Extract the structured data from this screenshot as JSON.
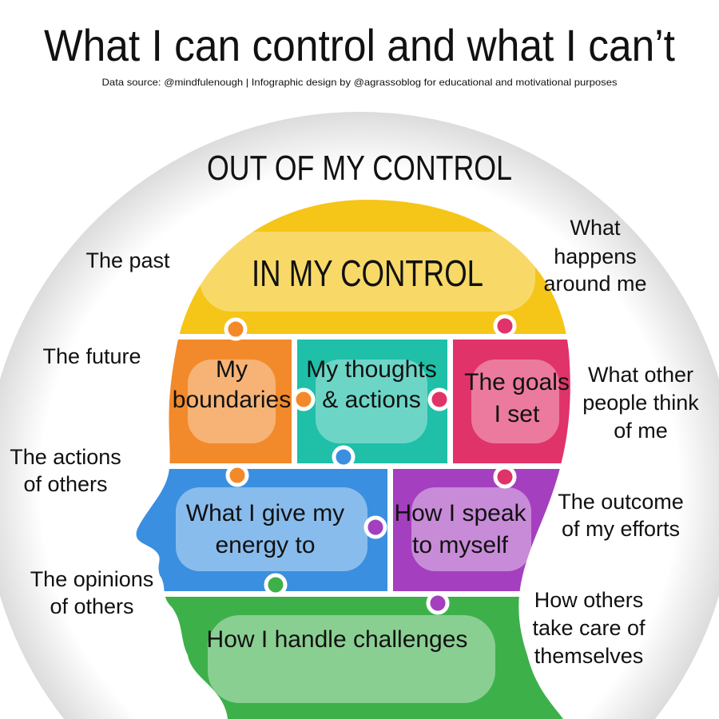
{
  "title": "What I can control and what I can’t",
  "subtitle": "Data source: @mindfulenough | Infographic design by @agrassoblog for educational and motivational purposes",
  "outer": {
    "heading": "OUT OF MY CONTROL",
    "items": [
      [
        "The past"
      ],
      [
        "The future"
      ],
      [
        "The actions",
        "of others"
      ],
      [
        "The opinions",
        "of others"
      ],
      [
        "What",
        "happens",
        "around me"
      ],
      [
        "What other",
        "people think",
        "of me"
      ],
      [
        "The outcome",
        "of my efforts"
      ],
      [
        "How others",
        "take care of",
        "themselves"
      ]
    ]
  },
  "inner": {
    "heading": "IN MY CONTROL",
    "pieces": [
      {
        "lines": [
          "My",
          "boundaries"
        ],
        "color": "#f28a2b"
      },
      {
        "lines": [
          "My thoughts",
          "& actions"
        ],
        "color": "#1fbfa8"
      },
      {
        "lines": [
          "The goals",
          "I set"
        ],
        "color": "#e0336a"
      },
      {
        "lines": [
          "What I give my",
          "energy to"
        ],
        "color": "#3a8fe0"
      },
      {
        "lines": [
          "How I speak",
          "to myself"
        ],
        "color": "#a43fbf"
      },
      {
        "lines": [
          "How I handle challenges"
        ],
        "color": "#3db04a"
      }
    ],
    "heading_color": "#f5c518"
  }
}
